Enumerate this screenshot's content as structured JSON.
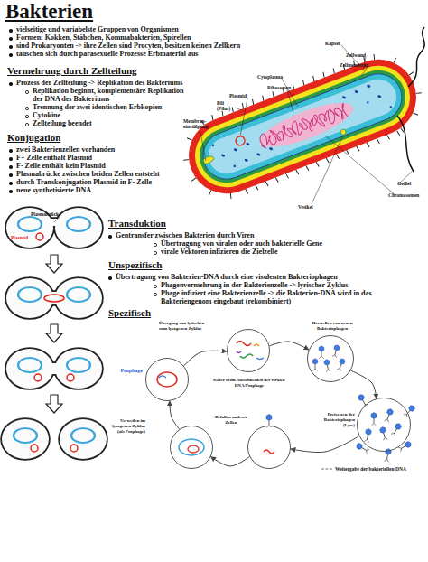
{
  "diagram": {
    "title": "Bakterien",
    "nodes": [
      {
        "text": [
          "Prophage"
        ]
      },
      {
        "text": [
          "fehler beim Ausschneiden der viralen DNA/Prophage"
        ]
      },
      {
        "text": [
          "Herstellen von neuen Bakteriophagen"
        ]
      },
      {
        "text": [
          "Freisetzen der Bakteriophagen (Lyse)"
        ]
      },
      {
        "text": [
          "Befallen anderer Zellen"
        ]
      },
      {
        "text": [
          "Verweilen im lysogenen Zyklus (als Prophage)"
        ]
      }
    ],
    "edges": [
      {
        "from": 0,
        "to": 1,
        "arrow": "to"
      },
      {
        "from": 1,
        "to": 2,
        "arrow": "to"
      },
      {
        "from": 2,
        "to": 3,
        "arrow": "to"
      },
      {
        "from": 3,
        "to": 4,
        "arrow": "to"
      },
      {
        "from": 4,
        "to": 5,
        "arrow": "to"
      },
      {
        "from": 5,
        "to": 0,
        "arrow": "to"
      }
    ],
    "labels": [
      "vielseitige und variabelste Gruppen von Organismen",
      "Formen: Kokken, Stäbchen, Kommabakterien, Spirellen",
      "sind Prokaryonten -> ihre Zellen sind Procyten, besitzen keinen Zellkern",
      "tauschen sich durch parasexuelle Prozesse Erbmaterial aus",
      "Vermehrung durch Zellteilung",
      "Prozess der Zellteilung -> Replikation des Bakteriums",
      "Replikation beginnt, komplementäre Replikation der DNA des Bakteriums",
      "Trennung der zwei identischen Erbkopien",
      "Cytokine",
      "Zellteilung beendet",
      "Konjugation",
      "zwei Bakterienzellen vorhanden",
      "F+ Zelle enthält Plasmid",
      "F- Zelle enthält kein Plasmid",
      "Plasmabrücke zwischen beiden Zellen entsteht",
      "durch Transkonjugation Plasmid in F- Zelle",
      "neue synthetisierte DNA",
      "Kapsel",
      "Zellwand",
      "Zellmembran",
      "Cytoplasma",
      "Ribosomen",
      "Plasmid",
      "Pili (Pilus)",
      "Membran- einstülpung",
      "Geißel",
      "Chromosomen",
      "Vesikel",
      "Plasmabrücke",
      "Plasmid",
      "Transduktion",
      "Gentransfer zwischen Bakterien durch Viren",
      "Übertragung von viralen oder auch bakterielle Gene",
      "virale Vektoren infizieren die Zielzelle",
      "Unspezifisch",
      "Übertragung von Bakterien-DNA durch eine visulenten Bakteriophagen",
      "Phagenvermehrung in der Bakterienzelle -> lyrischer Zyklus",
      "Phage infiziert eine Bakterienzelle -> die Bakterien-DNA wird in das Bakteriengenom eingebaut (rekombiniert)",
      "Spezifisch",
      "Übergang von lytischen zum lysogenen Zyklus",
      "Weitergabe der bakteriellen DNA"
    ]
  }
}
